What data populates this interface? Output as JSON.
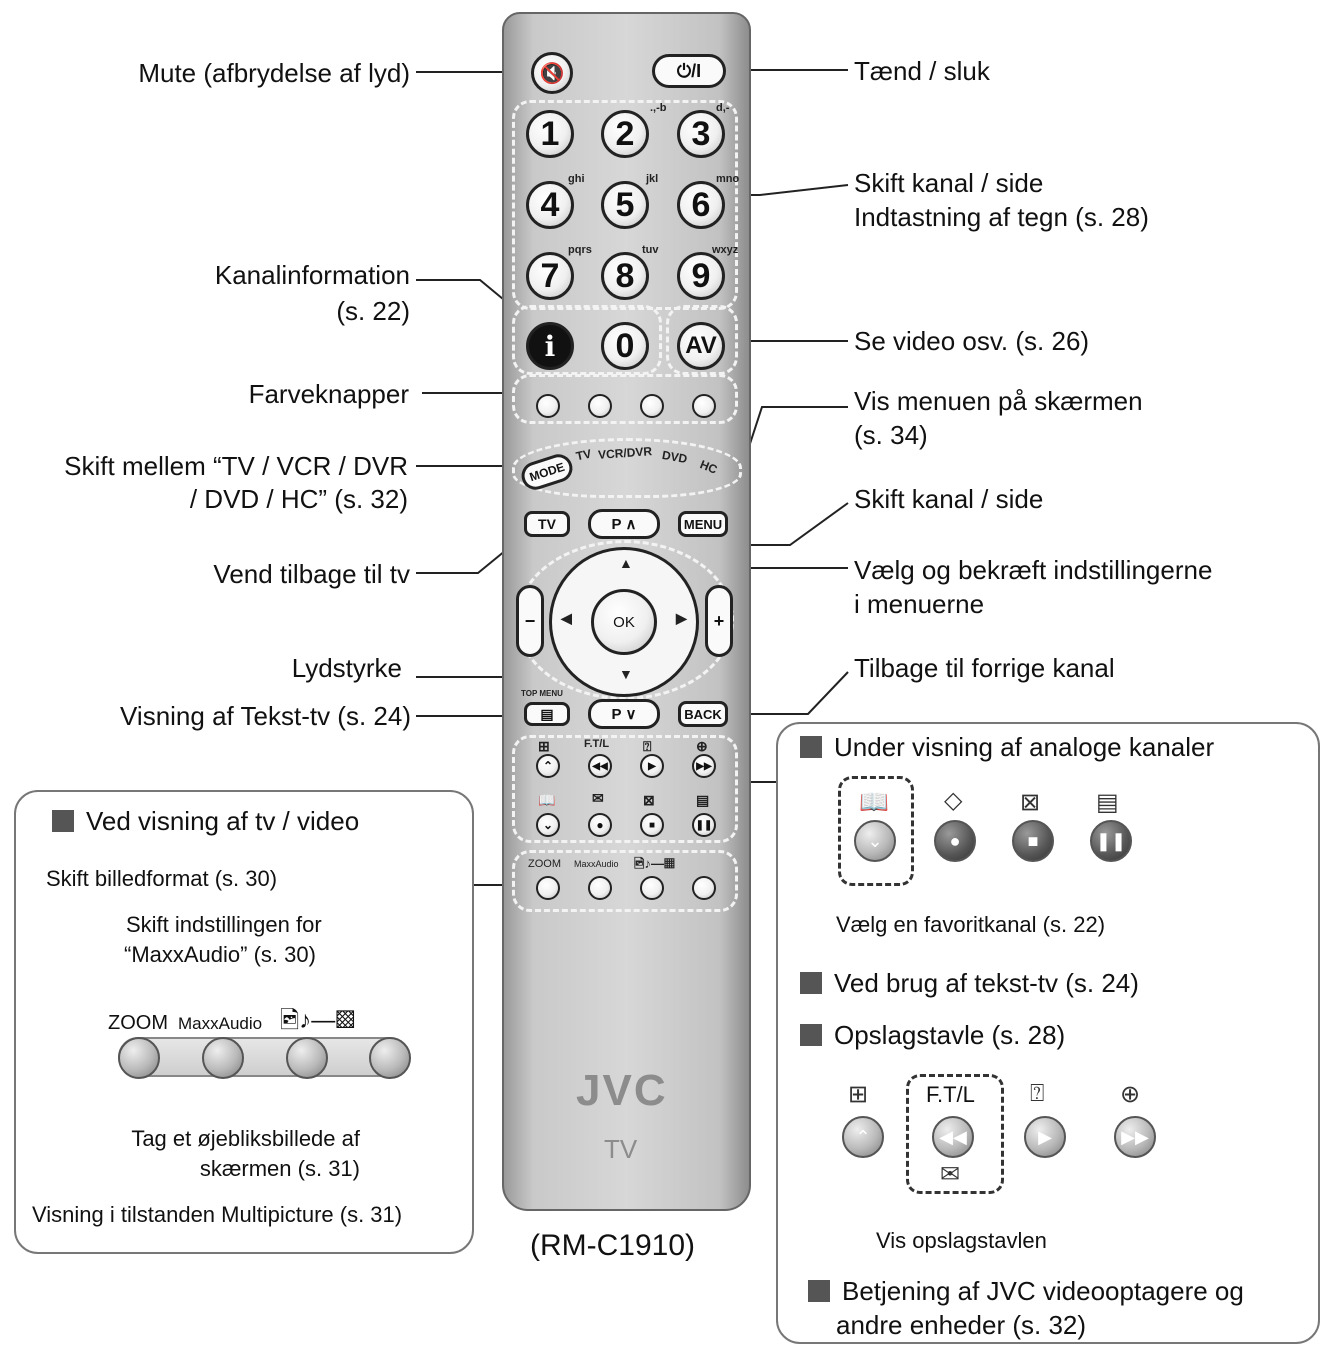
{
  "remote": {
    "model": "(RM-C1910)",
    "brand": "JVC",
    "brand_sub": "TV",
    "power_label": "⏻/I",
    "mute_icon": "speaker-muted-icon",
    "number_keys": [
      "1",
      "2",
      "3",
      "4",
      "5",
      "6",
      "7",
      "8",
      "9",
      "0"
    ],
    "number_sublabels": [
      "",
      ".,-b",
      "d,-",
      "ghi",
      "jkl",
      "mno",
      "pqrs",
      "tuv",
      "wxyz"
    ],
    "info_label": "i",
    "av_label": "AV",
    "mode_label": "MODE",
    "mode_options": [
      "TV",
      "VCR/DVR",
      "DVD",
      "HC"
    ],
    "tv_label": "TV",
    "menu_label": "MENU",
    "p_up_label": "P ∧",
    "p_down_label": "P ∨",
    "ok_label": "OK",
    "back_label": "BACK",
    "top_menu_label": "TOP MENU",
    "ftl_label": "F.T/L",
    "zoom_label": "ZOOM",
    "maxx_label": "MaxxAudio",
    "color_colors": [
      "#ffffff",
      "#ffffff",
      "#ffffff",
      "#ffffff"
    ]
  },
  "callouts": {
    "mute": "Mute (afbrydelse af lyd)",
    "power": "Tænd / sluk",
    "channel_page_1": "Skift kanal / side",
    "char_input": "Indtastning af tegn (s. 28)",
    "channel_info_1": "Kanalinformation",
    "channel_info_2": "(s. 22)",
    "video": "Se video osv. (s. 26)",
    "color_keys": "Farveknapper",
    "menu_1": "Vis menuen på skærmen",
    "menu_2": "(s. 34)",
    "switch_mode_1": "Skift mellem “TV / VCR / DVR",
    "switch_mode_2": "/ DVD / HC” (s. 32)",
    "channel_page_2": "Skift kanal / side",
    "return_tv": "Vend tilbage til tv",
    "select_confirm_1": "Vælg og bekræft indstillingerne",
    "select_confirm_2": "i menuerne",
    "volume": "Lydstyrke",
    "prev_channel": "Tilbage til forrige kanal",
    "teletext": "Visning af Tekst-tv (s. 24)"
  },
  "left_panel": {
    "heading": "Ved visning af tv / video",
    "picture_format": "Skift billedformat (s. 30)",
    "maxx_1": "Skift indstillingen for",
    "maxx_2": "“MaxxAudio” (s. 30)",
    "zoom": "ZOOM",
    "maxx": "MaxxAudio",
    "snapshot_1": "Tag et øjebliksbillede af",
    "snapshot_2": "skærmen (s. 31)",
    "multipicture": "Visning i tilstanden Multipicture (s. 31)"
  },
  "right_panel": {
    "analog_heading": "Under visning af analoge kanaler",
    "favorite": "Vælg en favoritkanal (s. 22)",
    "teletext_heading": "Ved brug af tekst-tv (s. 24)",
    "board_heading": "Opslagstavle (s. 28)",
    "ftl": "F.T/L",
    "show_board": "Vis opslagstavlen",
    "jvc_heading_1": "Betjening af JVC videooptagere og",
    "jvc_heading_2": "andre enheder (s. 32)"
  }
}
